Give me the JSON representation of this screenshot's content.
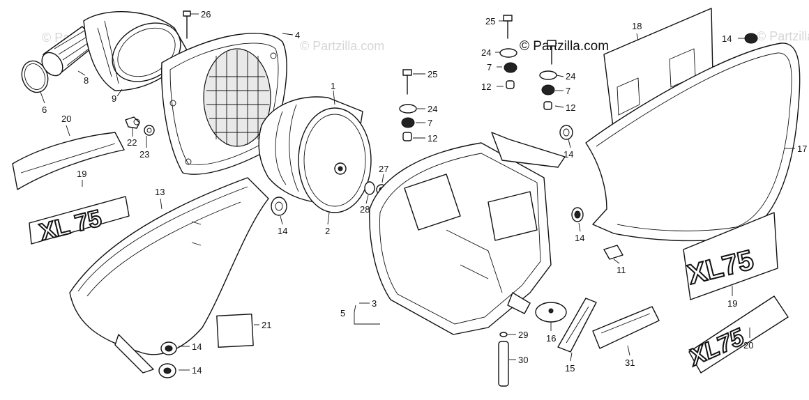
{
  "watermarks": [
    "© Partzilla.com",
    "© Partzilla.com",
    "© Partzilla.com",
    "© Partzilla.com"
  ],
  "copyright": "© Partzilla.com",
  "callouts": {
    "c26": "26",
    "c4": "4",
    "c8": "8",
    "c9": "9",
    "c6": "6",
    "c20a": "20",
    "c22": "22",
    "c23": "23",
    "c19a": "19",
    "c13": "13",
    "c1": "1",
    "c2": "2",
    "c14a": "14",
    "c21": "21",
    "c14b": "14",
    "c14c": "14",
    "c25a": "25",
    "c24a": "24",
    "c7a": "7",
    "c12a": "12",
    "c27": "27",
    "c28": "28",
    "c3": "3",
    "c5": "5",
    "c29": "29",
    "c30": "30",
    "c25b": "25",
    "c24b": "24",
    "c7b": "7",
    "c12b": "12",
    "c24c": "24",
    "c7c": "7",
    "c12c": "12",
    "c18": "18",
    "c14d": "14",
    "c14e": "14",
    "c17": "17",
    "c14f": "14",
    "c11": "11",
    "c19b": "19",
    "c20b": "20",
    "c16": "16",
    "c15": "15",
    "c31": "31"
  }
}
